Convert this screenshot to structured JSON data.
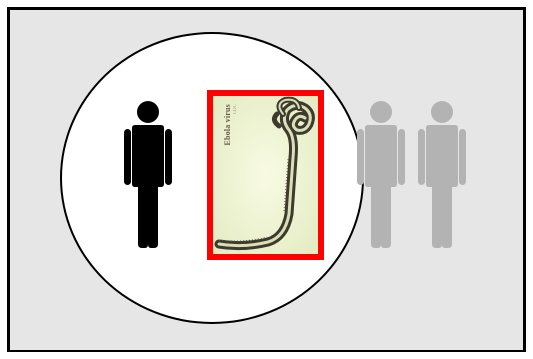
{
  "figure": {
    "border_color": "#000000",
    "background_color": "#e6e6e6",
    "circle_color": "#ffffff",
    "highlight_color": "#ff0000",
    "people": [
      {
        "icon": "person-icon",
        "state": "solid",
        "color": "#000000"
      },
      {
        "icon": "person-icon",
        "state": "faded",
        "color": "#b3b3b3"
      },
      {
        "icon": "person-icon",
        "state": "faded",
        "color": "#b3b3b3"
      }
    ],
    "photo": {
      "icon": "virus-micrograph",
      "label": "Ebola virus",
      "sublabel": "CDC"
    }
  }
}
